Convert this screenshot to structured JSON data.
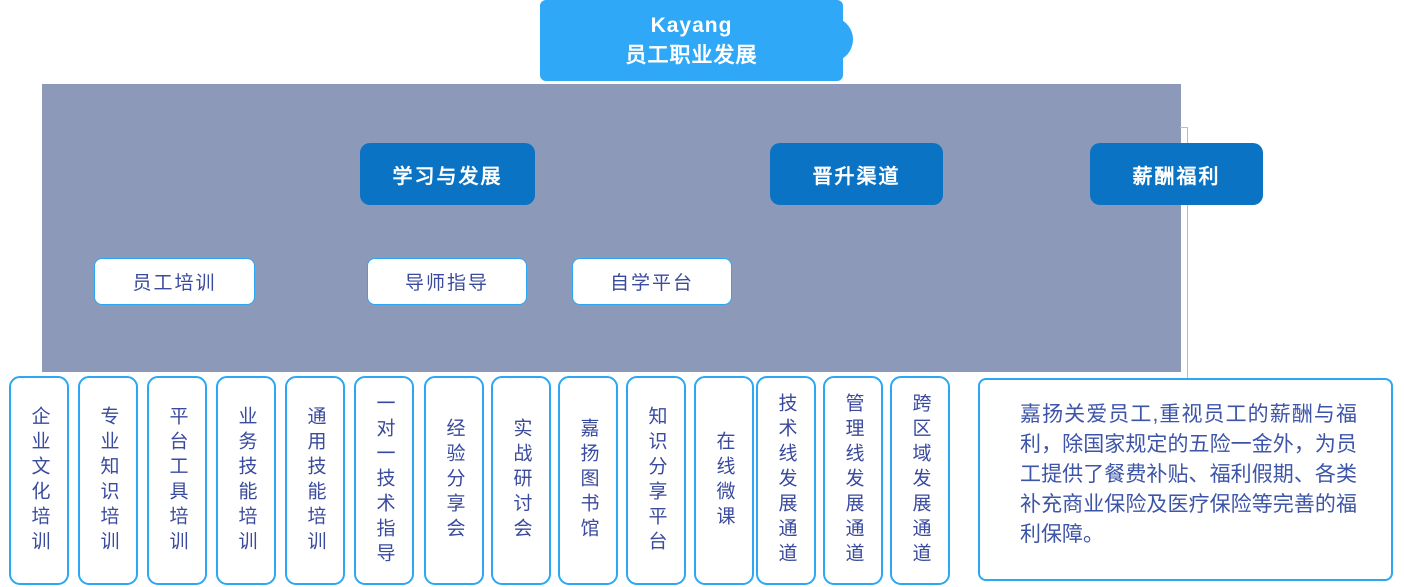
{
  "diagram": {
    "title": {
      "line1": "Kayang",
      "line2": "员工职业发展"
    },
    "categories": [
      {
        "label": "学习与发展"
      },
      {
        "label": "晋升渠道"
      },
      {
        "label": "薪酬福利"
      }
    ],
    "learning_methods": [
      {
        "label": "员工培训"
      },
      {
        "label": "导师指导"
      },
      {
        "label": "自学平台"
      }
    ],
    "items": [
      "企业文化培训",
      "专业知识培训",
      "平台工具培训",
      "业务技能培训",
      "通用技能培训",
      "一对一技术指导",
      "经验分享会",
      "实战研讨会",
      "嘉扬图书馆",
      "知识分享平台",
      "在线微课",
      "技术线发展通道",
      "管理线发展通道",
      "跨区域发展通道"
    ],
    "benefits_note": "嘉扬关爱员工,重视员工的薪酬与福利，除国家规定的五险一金外，为员工提供了餐费补贴、福利假期、各类补充商业保险及医疗保险等完善的福利保障。",
    "colors": {
      "title_blue": "#2FA8F7",
      "category_blue": "#0A73C4",
      "panel_gray": "#8C99B9",
      "border_blue": "#2BA7F4",
      "text_blue": "#3A4A9E",
      "note_text_blue": "#3D55A8"
    }
  }
}
